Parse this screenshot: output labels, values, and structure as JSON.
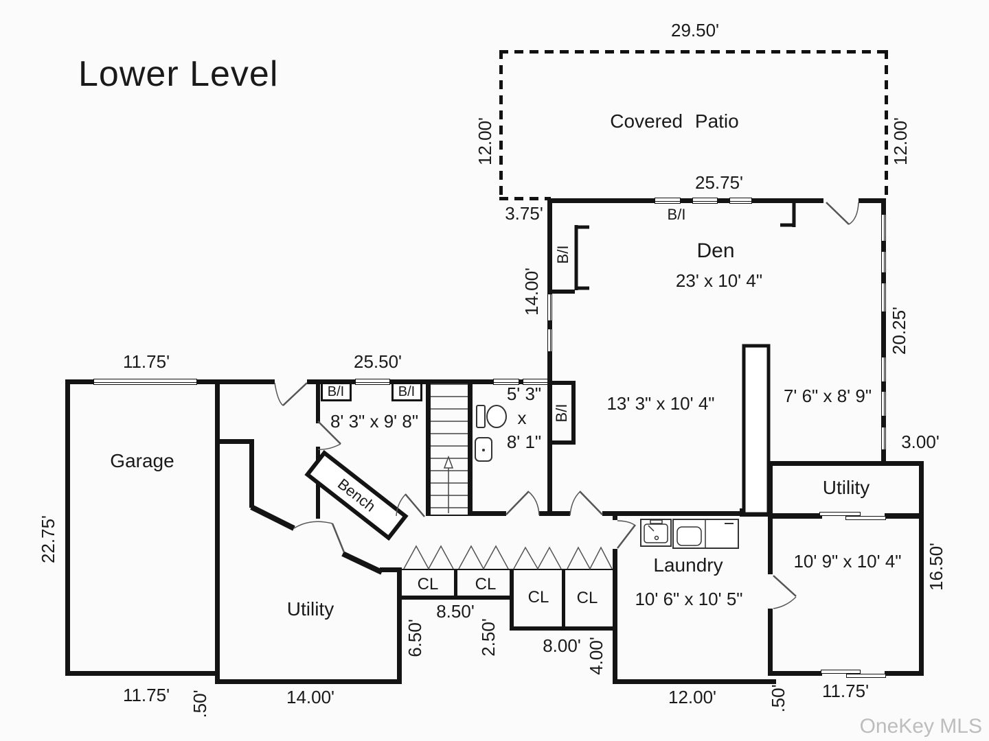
{
  "title": "Lower Level",
  "watermark": "OneKey MLS",
  "patio": {
    "name": "Covered  Patio",
    "dim_top": "29.50'",
    "dim_left": "12.00'",
    "dim_right": "12.00'",
    "dim_bottom": "25.75'",
    "dim_offset": "3.75'"
  },
  "den": {
    "name": "Den",
    "size": "23' x 10' 4\"",
    "bi_top": "B/I",
    "bi_left": "B/I",
    "bi_bath": "B/I",
    "dim_left": "14.00'",
    "dim_right": "20.25'",
    "area_left": "13' 3\" x 10' 4\"",
    "area_right": "7' 6\" x 8' 9\"",
    "dim_offset_right": "3.00'"
  },
  "top_dims": {
    "garage_width": "11.75'",
    "main_width": "25.50'"
  },
  "garage": {
    "name": "Garage",
    "dim_height": "22.75'",
    "dim_bottom": "11.75'",
    "dim_jog": ".50'"
  },
  "mudroom": {
    "bi_1": "B/I",
    "bi_2": "B/I",
    "size": "8' 3\" x 9' 8\"",
    "bench": "Bench"
  },
  "bath": {
    "w": "5' 3\"",
    "x": "x",
    "h": "8' 1\""
  },
  "utility_left": {
    "name": "Utility",
    "dim_bottom": "14.00'",
    "dim_right": "6.50'"
  },
  "closets": {
    "cl1": "CL",
    "cl2": "CL",
    "cl3": "CL",
    "cl4": "CL",
    "dim_850": "8.50'",
    "dim_250": "2.50'",
    "dim_800": "8.00'",
    "dim_400": "4.00'"
  },
  "laundry": {
    "name": "Laundry",
    "size": "10' 6\" x 10' 5\"",
    "dim_bottom": "12.00'",
    "dim_jog": ".50'"
  },
  "utility_right": {
    "name": "Utility",
    "size": "10' 9\" x 10' 4\"",
    "dim_right": "16.50'",
    "dim_bottom": "11.75'"
  }
}
